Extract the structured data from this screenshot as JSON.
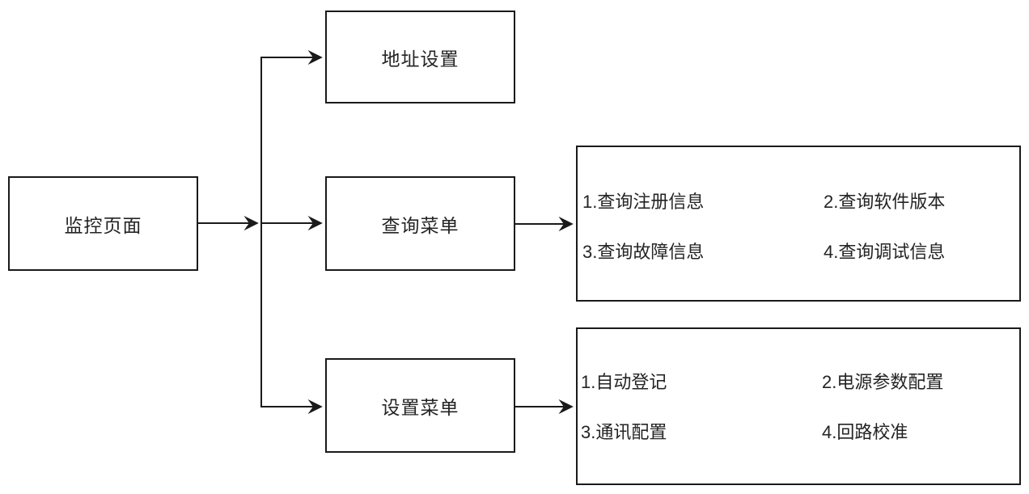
{
  "diagram": {
    "title": "monitoring-page-menu-flowchart",
    "root_node": {
      "label": "监控页面"
    },
    "branch_nodes": {
      "address": {
        "label": "地址设置"
      },
      "query": {
        "label": "查询菜单"
      },
      "setting": {
        "label": "设置菜单"
      }
    },
    "query_details": {
      "items": [
        "1.查询注册信息",
        "2.查询软件版本",
        "3.查询故障信息",
        "4.查询调试信息"
      ]
    },
    "setting_details": {
      "items": [
        "1.自动登记",
        "2.电源参数配置",
        "3.通讯配置",
        "4.回路校准"
      ]
    },
    "colors": {
      "line": "#1a1a1a",
      "background": "#ffffff",
      "text": "#242424"
    }
  }
}
